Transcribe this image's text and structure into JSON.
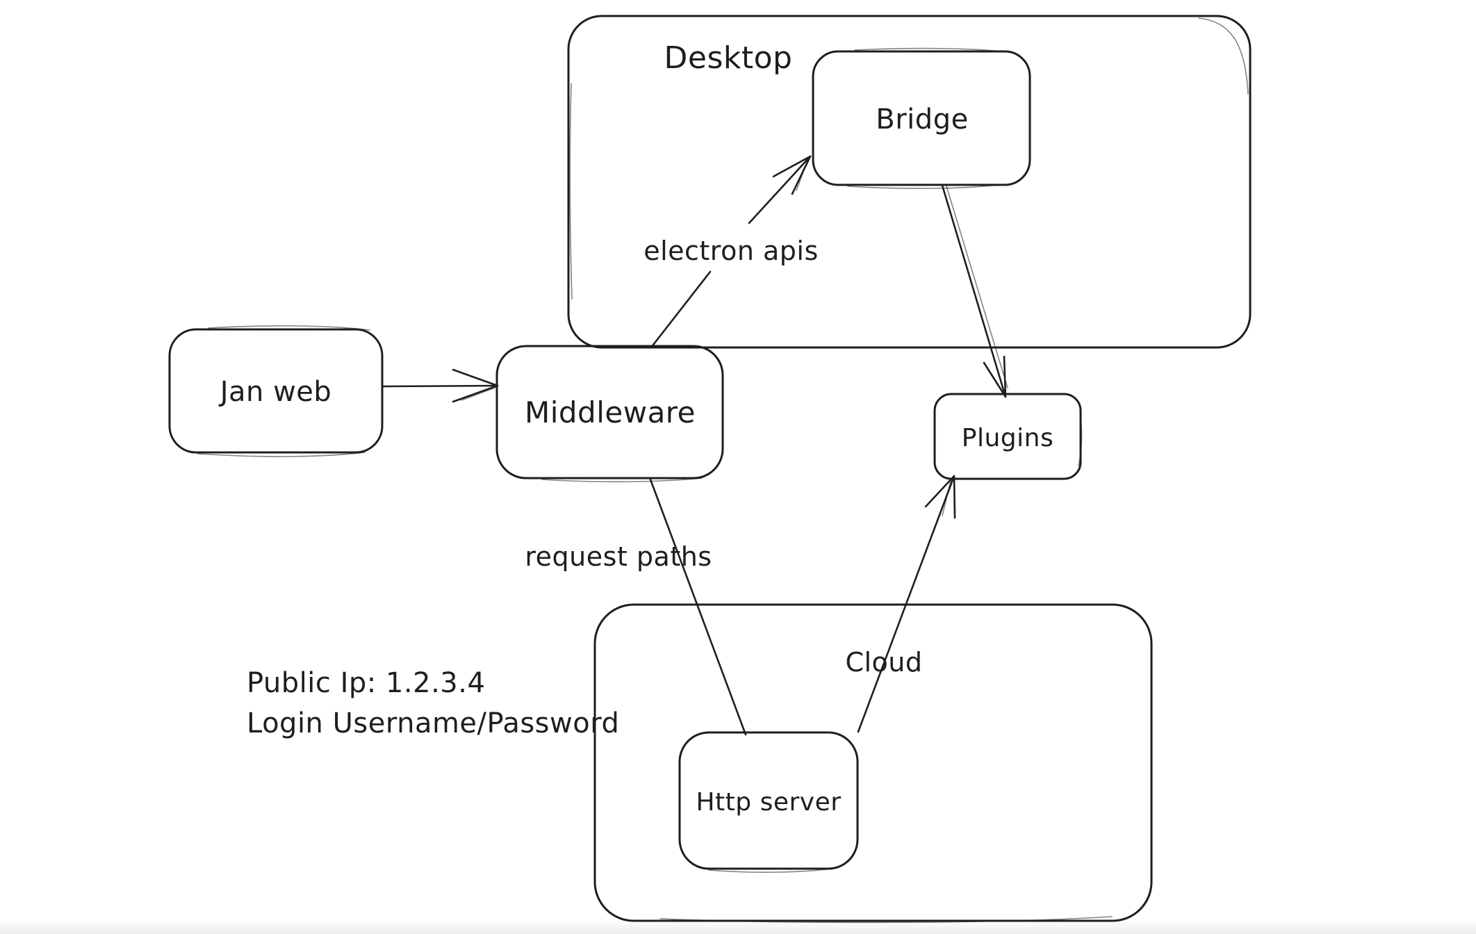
{
  "diagram": {
    "stroke_color": "#1e1e1e",
    "background_color": "#ffffff",
    "containers": {
      "desktop": {
        "label": "Desktop"
      },
      "cloud": {
        "label": "Cloud"
      }
    },
    "nodes": {
      "jan_web": {
        "label": "Jan web"
      },
      "middleware": {
        "label": "Middleware"
      },
      "bridge": {
        "label": "Bridge"
      },
      "plugins": {
        "label": "Plugins"
      },
      "http_server": {
        "label": "Http server"
      }
    },
    "edge_labels": {
      "electron_apis": "electron apis",
      "request_paths": "request paths"
    },
    "annotations": {
      "public_ip": "Public Ip: 1.2.3.4",
      "login": "Login Username/Password"
    },
    "connections": [
      {
        "from": "Jan web",
        "to": "Middleware",
        "label": ""
      },
      {
        "from": "Middleware",
        "to": "Bridge",
        "label": "electron apis"
      },
      {
        "from": "Bridge",
        "to": "Plugins",
        "label": ""
      },
      {
        "from": "Middleware",
        "to": "Http server",
        "label": "request paths"
      },
      {
        "from": "Http server",
        "to": "Plugins",
        "label": ""
      }
    ]
  }
}
